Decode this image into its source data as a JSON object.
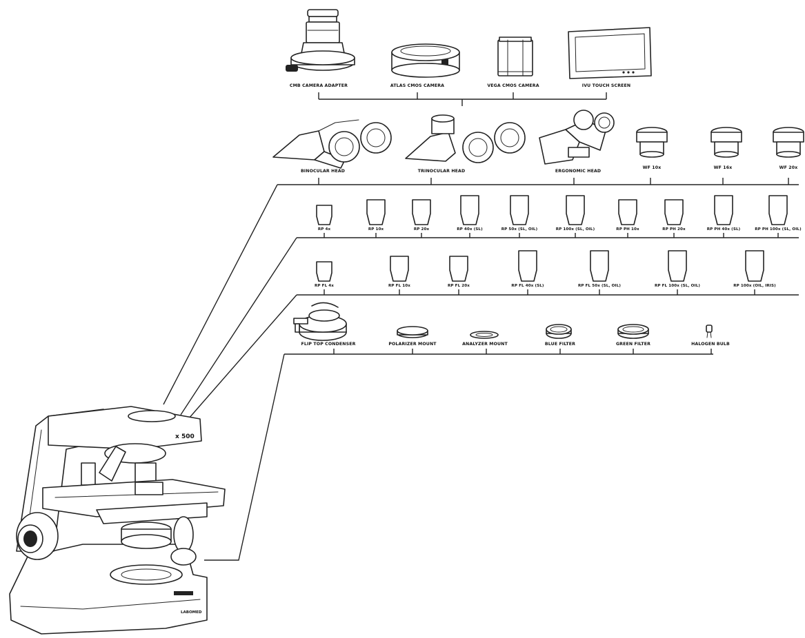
{
  "rows": [
    {
      "id": "cameras",
      "items": [
        {
          "id": "cmb-camera-adapter",
          "label": "CMB CAMERA ADAPTER"
        },
        {
          "id": "atlas-cmos-camera",
          "label": "ATLAS CMOS CAMERA"
        },
        {
          "id": "vega-cmos-camera",
          "label": "VEGA CMOS CAMERA"
        },
        {
          "id": "ivu-touch-screen",
          "label": "IVU TOUCH SCREEN"
        }
      ]
    },
    {
      "id": "heads",
      "items": [
        {
          "id": "binocular-head",
          "label": "BINOCULAR HEAD"
        },
        {
          "id": "trinocular-head",
          "label": "TRINOCULAR HEAD"
        },
        {
          "id": "ergonomic-head",
          "label": "ERGONOMIC HEAD"
        },
        {
          "id": "wf-10x",
          "label": "WF 10x"
        },
        {
          "id": "wf-16x",
          "label": "WF 16x"
        },
        {
          "id": "wf-20x",
          "label": "WF 20x"
        }
      ]
    },
    {
      "id": "rp-objectives",
      "items": [
        {
          "id": "rp-4x",
          "label": "RP 4x"
        },
        {
          "id": "rp-10x",
          "label": "RP 10x"
        },
        {
          "id": "rp-20x",
          "label": "RP 20x"
        },
        {
          "id": "rp-40x-sl",
          "label": "RP 40x (SL)"
        },
        {
          "id": "rp-50x-sl-oil",
          "label": "RP 50x (SL, OIL)"
        },
        {
          "id": "rp-100x-sl-oil",
          "label": "RP 100x (SL, OIL)"
        },
        {
          "id": "rp-ph-10x",
          "label": "RP PH 10x"
        },
        {
          "id": "rp-ph-20x",
          "label": "RP PH 20x"
        },
        {
          "id": "rp-ph-40x-sl",
          "label": "RP PH  40x (SL)"
        },
        {
          "id": "rp-ph-100x-sl-oil",
          "label": "RP PH 100x (SL, OIL)"
        }
      ]
    },
    {
      "id": "fl-objectives",
      "items": [
        {
          "id": "rp-fl-4x",
          "label": "RP FL 4x"
        },
        {
          "id": "rp-fl-10x",
          "label": "RP FL 10x"
        },
        {
          "id": "rp-fl-20x",
          "label": "RP FL 20x"
        },
        {
          "id": "rp-fl-40x-sl",
          "label": "RP FL 40x (SL)"
        },
        {
          "id": "rp-fl-50x-sl-oil",
          "label": "RP FL 50x (SL, OIL)"
        },
        {
          "id": "rp-fl-100x-sl-oil",
          "label": "RP FL 100x (SL, OIL)"
        },
        {
          "id": "rp-100x-oil-iris",
          "label": "RP 100x (OIL, IRIS)"
        }
      ]
    },
    {
      "id": "condenser-filters",
      "items": [
        {
          "id": "flip-top-condenser",
          "label": "FLIP TOP CONDENSER"
        },
        {
          "id": "polarizer-mount",
          "label": "POLARIZER MOUNT"
        },
        {
          "id": "analyzer-mount",
          "label": "ANALYZER MOUNT"
        },
        {
          "id": "blue-filter",
          "label": "BLUE FILTER"
        },
        {
          "id": "green-filter",
          "label": "GREEN FILTER"
        },
        {
          "id": "halogen-bulb",
          "label": "HALOGEN BULB"
        }
      ]
    }
  ],
  "microscope": {
    "model_text": "x 500",
    "brand_text": "LABOMED"
  }
}
